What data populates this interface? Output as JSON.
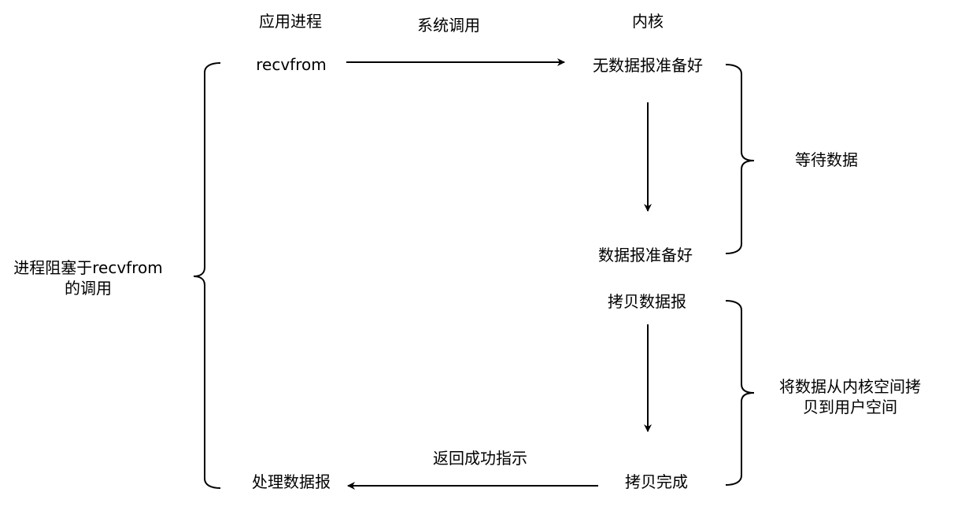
{
  "headers": {
    "app_process": "应用进程",
    "syscall": "系统调用",
    "kernel": "内核"
  },
  "app_side": {
    "recvfrom": "recvfrom",
    "process_datagram": "处理数据报",
    "blocked_line1": "进程阻塞于recvfrom",
    "blocked_line2": "的调用"
  },
  "kernel_side": {
    "no_datagram_ready": "无数据报准备好",
    "datagram_ready": "数据报准备好",
    "copy_datagram": "拷贝数据报",
    "copy_complete": "拷贝完成"
  },
  "phases": {
    "wait_data": "等待数据",
    "copy_line1": "将数据从内核空间拷",
    "copy_line2": "贝到用户空间"
  },
  "return_label": "返回成功指示",
  "colors": {
    "stroke": "#000000",
    "text": "#000000",
    "background": "#ffffff"
  }
}
